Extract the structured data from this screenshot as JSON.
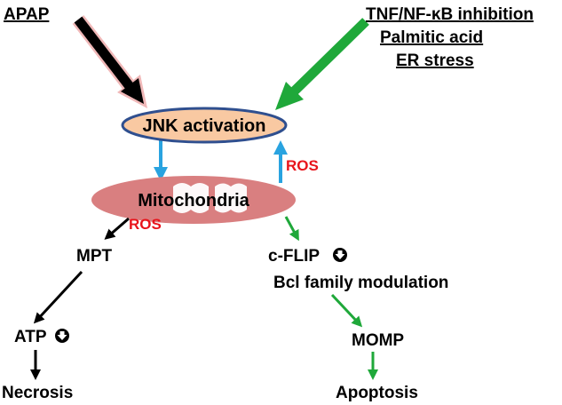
{
  "inputs": {
    "apap": "APAP",
    "tnf": "TNF/NF-κB inhibition",
    "palmitic": "Palmitic acid",
    "er": "ER stress"
  },
  "nodes": {
    "jnk": "JNK activation",
    "mito": "Mitochondria",
    "mpt": "MPT",
    "atp": "ATP",
    "necrosis": "Necrosis",
    "cflip": "c-FLIP",
    "bcl": "Bcl family modulation",
    "momp": "MOMP",
    "apoptosis": "Apoptosis"
  },
  "labels": {
    "ros_up": "ROS",
    "ros_left": "ROS"
  },
  "colors": {
    "black_arrow": "#000000",
    "green_arrow": "#1fa83a",
    "blue_arrow": "#29a3e0",
    "ros_text": "#e8141b",
    "jnk_fill": "#f9c9a2",
    "jnk_stroke": "#2f4f8f",
    "mito_fill": "#d97f80",
    "cristae_fill": "#ffffff"
  },
  "icons": {
    "decrease": "down-arrow-circle-icon"
  }
}
